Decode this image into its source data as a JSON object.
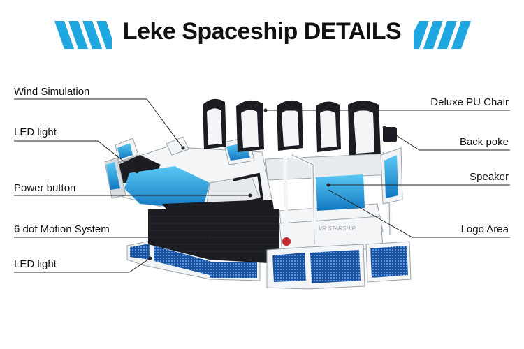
{
  "page": {
    "title": "Leke Spaceship DETAILS",
    "accent_color": "#1ea7e1"
  },
  "product": {
    "badge_text": "VR STARSHIP",
    "body_color": "#f2f4f6",
    "dark_color": "#1b1d22",
    "accent_color": "#1ea7e1"
  },
  "callouts": {
    "left": [
      {
        "label": "Wind Simulation"
      },
      {
        "label": "LED light"
      },
      {
        "label": "Power button"
      },
      {
        "label": "6 dof Motion System"
      },
      {
        "label": "LED light"
      }
    ],
    "right": [
      {
        "label": "Deluxe PU Chair"
      },
      {
        "label": "Back poke"
      },
      {
        "label": "Speaker"
      },
      {
        "label": "Logo Area"
      }
    ]
  }
}
